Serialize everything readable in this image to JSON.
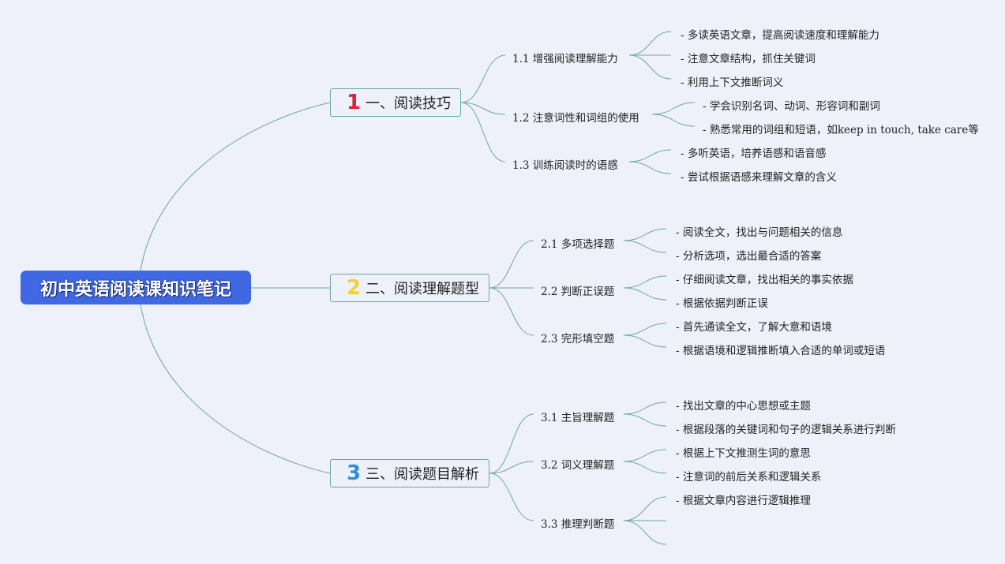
{
  "root": {
    "title": "初中英语阅读课知识笔记"
  },
  "colors": {
    "background": "#eef1f9",
    "root_fill": "#4068e2",
    "line": "#6aa89e",
    "num1": "#d9263a",
    "num2": "#f3cf3a",
    "num3": "#2f8fd8"
  },
  "branches": [
    {
      "num": "1",
      "label": "一、阅读技巧",
      "subs": [
        {
          "label": "1.1 增强阅读理解能力",
          "leaves": [
            "- 多读英语文章，提高阅读速度和理解能力",
            "- 注意文章结构，抓住关键词",
            "- 利用上下文推断词义"
          ]
        },
        {
          "label": "1.2 注意词性和词组的使用",
          "leaves": [
            "- 学会识别名词、动词、形容词和副词",
            "- 熟悉常用的词组和短语，如keep in touch, take care等"
          ]
        },
        {
          "label": "1.3 训练阅读时的语感",
          "leaves": [
            "- 多听英语，培养语感和语音感",
            "- 尝试根据语感来理解文章的含义"
          ]
        }
      ]
    },
    {
      "num": "2",
      "label": "二、阅读理解题型",
      "subs": [
        {
          "label": "2.1 多项选择题",
          "leaves": [
            "- 阅读全文，找出与问题相关的信息",
            "- 分析选项，选出最合适的答案"
          ]
        },
        {
          "label": "2.2 判断正误题",
          "leaves": [
            "- 仔细阅读文章，找出相关的事实依据",
            "- 根据依据判断正误"
          ]
        },
        {
          "label": "2.3 完形填空题",
          "leaves": [
            "- 首先通读全文，了解大意和语境",
            "- 根据语境和逻辑推断填入合适的单词或短语"
          ]
        }
      ]
    },
    {
      "num": "3",
      "label": "三、阅读题目解析",
      "subs": [
        {
          "label": "3.1 主旨理解题",
          "leaves": [
            "- 找出文章的中心思想或主题",
            "- 根据段落的关键词和句子的逻辑关系进行判断"
          ]
        },
        {
          "label": "3.2 词义理解题",
          "leaves": [
            "- 根据上下文推测生词的意思",
            "- 注意词的前后关系和逻辑关系"
          ]
        },
        {
          "label": "3.3 推理判断题",
          "leaves": [
            "- 根据文章内容进行逻辑推理",
            "",
            ""
          ]
        }
      ]
    }
  ]
}
